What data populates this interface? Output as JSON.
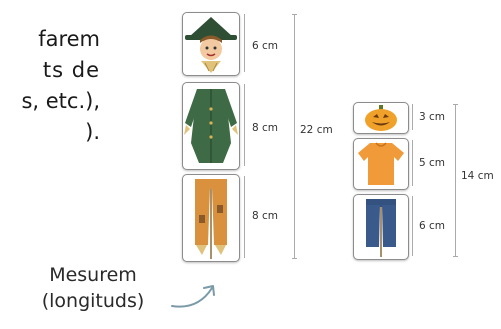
{
  "paragraph": {
    "lines": [
      "farem",
      "ts  de",
      "s, etc.),",
      ")."
    ]
  },
  "scarecrow": {
    "labels": {
      "head": "6 cm",
      "body": "8 cm",
      "legs": "8 cm",
      "total": "22 cm"
    }
  },
  "pumpkin_figure": {
    "labels": {
      "head": "3 cm",
      "body": "5 cm",
      "legs": "6 cm",
      "total": "14 cm"
    }
  },
  "caption": {
    "line1": "Mesurem",
    "line2": "(longituds)"
  },
  "colors": {
    "scarecrow_coat": "#3e6b45",
    "scarecrow_hat": "#2f4f35",
    "trousers": "#d9913e",
    "pumpkin": "#f0a12a",
    "shirt": "#f09a3a",
    "jeans": "#3a5a8c",
    "arrow": "#7a9aa8"
  }
}
